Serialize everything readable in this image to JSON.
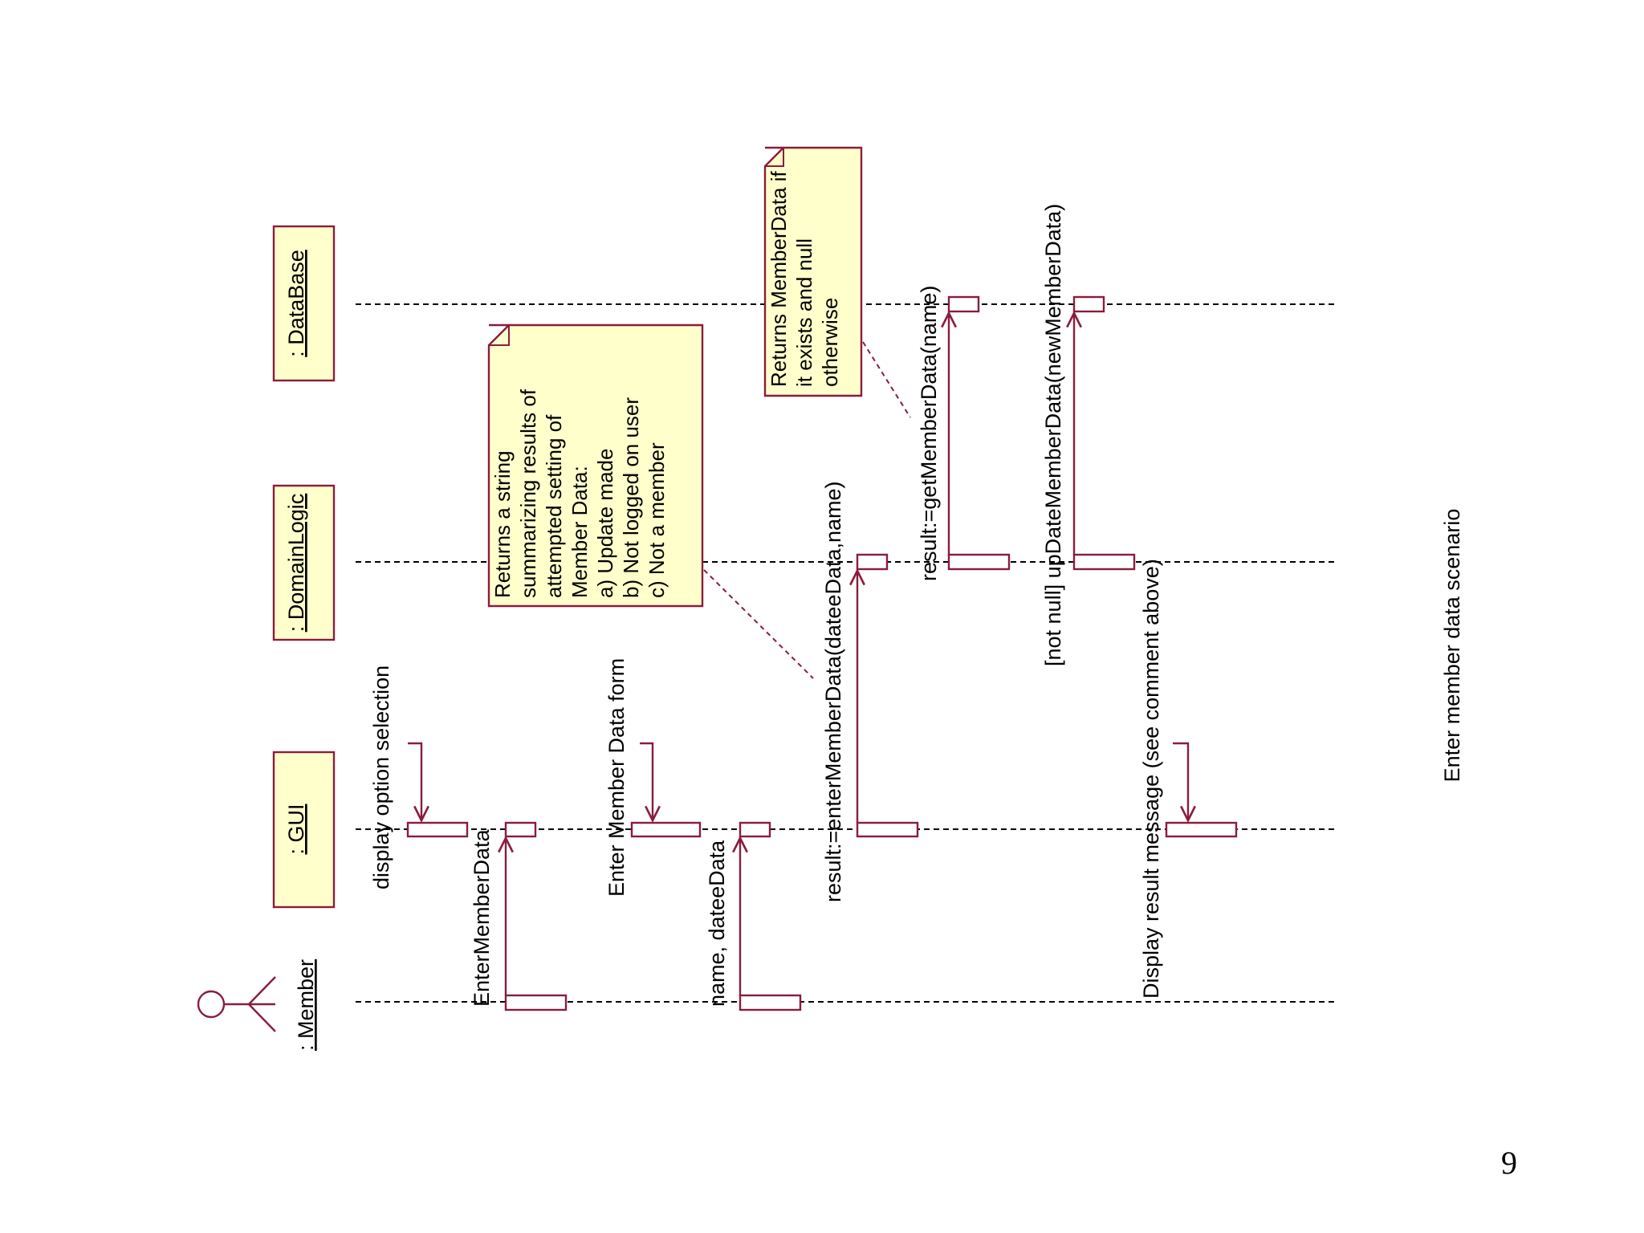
{
  "diagram": {
    "type": "sequence",
    "orientation": "rotated 90° counter-clockwise",
    "colors": {
      "border": "#8a1c3c",
      "object_fill": "#ffffcc",
      "activation_fill": "#ffffff",
      "lifeline": "#000000",
      "note_connector": "#8a1c3c"
    },
    "objects": [
      {
        "id": "member",
        "label": ": Member",
        "kind": "actor"
      },
      {
        "id": "gui",
        "label": ": GUI",
        "kind": "object"
      },
      {
        "id": "domain",
        "label": ": DomainLogic",
        "kind": "object"
      },
      {
        "id": "database",
        "label": ": DataBase",
        "kind": "object"
      }
    ],
    "messages": [
      {
        "id": "m1",
        "from": "gui",
        "to": "gui",
        "label": "display option selection"
      },
      {
        "id": "m2",
        "from": "member",
        "to": "gui",
        "label": "EnterMemberData"
      },
      {
        "id": "m3",
        "from": "gui",
        "to": "gui",
        "label": "Enter Member Data form"
      },
      {
        "id": "m4",
        "from": "member",
        "to": "gui",
        "label": "name, dateeData"
      },
      {
        "id": "m5",
        "from": "gui",
        "to": "domain",
        "label": "result:=enterMemberData(dateeData,name)"
      },
      {
        "id": "m6",
        "from": "domain",
        "to": "database",
        "label": "result:=getMemberData(name)"
      },
      {
        "id": "m7",
        "from": "domain",
        "to": "database",
        "label": "[not null] upDateMemberData(newMemberData)"
      },
      {
        "id": "m8",
        "from": "gui",
        "to": "gui",
        "label": "Display result message (see comment above)"
      }
    ],
    "notes": [
      {
        "id": "note1",
        "attached_to": "m5",
        "lines": [
          "Returns a string",
          "summarizing results of",
          "attempted setting of",
          "Member Data:",
          "a) Update made",
          "b) Not logged on user",
          "c) Not a member"
        ]
      },
      {
        "id": "note2",
        "attached_to": "m6",
        "lines": [
          "Returns MemberData if",
          "it exists and null",
          "otherwise"
        ]
      }
    ],
    "caption": "Enter member data scenario"
  },
  "page_number": "9"
}
